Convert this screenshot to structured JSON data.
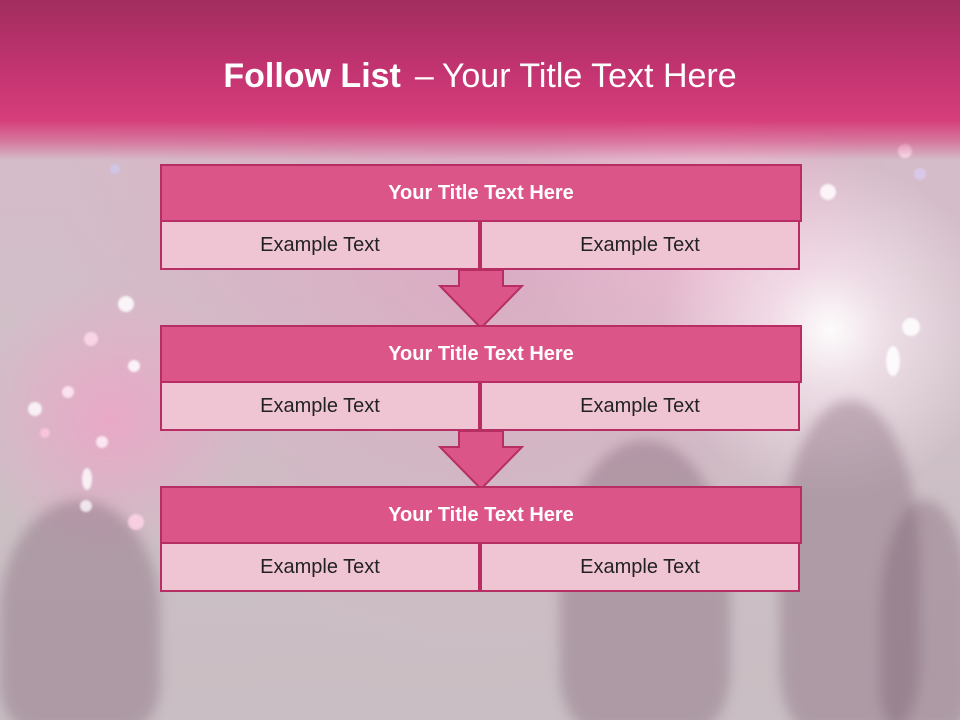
{
  "slide": {
    "title_bold": "Follow List",
    "title_separator": "–",
    "title_rest": "Your Title Text Here"
  },
  "steps": [
    {
      "title": "Your Title Text Here",
      "left": "Example Text",
      "right": "Example Text"
    },
    {
      "title": "Your Title Text Here",
      "left": "Example Text",
      "right": "Example Text"
    },
    {
      "title": "Your Title Text Here",
      "left": "Example Text",
      "right": "Example Text"
    }
  ],
  "colors": {
    "header_band": "#d63e7a",
    "box_title_fill": "#dc5588",
    "box_cell_fill": "#f0c5d3",
    "box_border": "#b62e63",
    "arrow_fill": "#dc5588"
  }
}
